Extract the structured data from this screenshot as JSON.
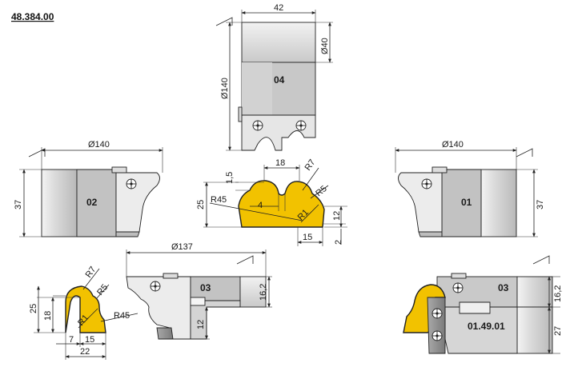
{
  "drawing_number": "48.384.00",
  "colors": {
    "steel_light": "#eeeeee",
    "steel_mid": "#c4c4c4",
    "steel_dark": "#8e8e8e",
    "profile_fill": "#f2c200",
    "line": "#222222"
  },
  "parts": {
    "p04": {
      "label": "04",
      "dims": {
        "width": "42",
        "dia_small": "Ø40",
        "dia_large": "Ø140"
      }
    },
    "p02": {
      "label": "02",
      "dims": {
        "dia": "Ø140",
        "height": "37"
      }
    },
    "p01": {
      "label": "01",
      "dims": {
        "dia": "Ø140",
        "height": "37"
      }
    },
    "profile_center": {
      "dims": {
        "top_width": "18",
        "offset": "1,5",
        "r7": "R7",
        "r5": "R5",
        "height": "25",
        "r45": "R45",
        "inner": "4",
        "r1": "R1",
        "right_h": "12",
        "bottom_w": "15",
        "bottom_h": "2"
      }
    },
    "profile_left": {
      "dims": {
        "r7": "R7",
        "r5": "R5",
        "height": "25",
        "inner_h": "18",
        "r1": "R1",
        "r45": "R45",
        "w1": "7",
        "w2": "15",
        "total_w": "22"
      }
    },
    "p03_left": {
      "label": "03",
      "dims": {
        "dia": "Ø137",
        "height": "16,2",
        "side": "12"
      }
    },
    "p03_right": {
      "label": "03",
      "sub_label": "01.49.01",
      "dims": {
        "height": "16,2",
        "lower": "27"
      }
    }
  }
}
